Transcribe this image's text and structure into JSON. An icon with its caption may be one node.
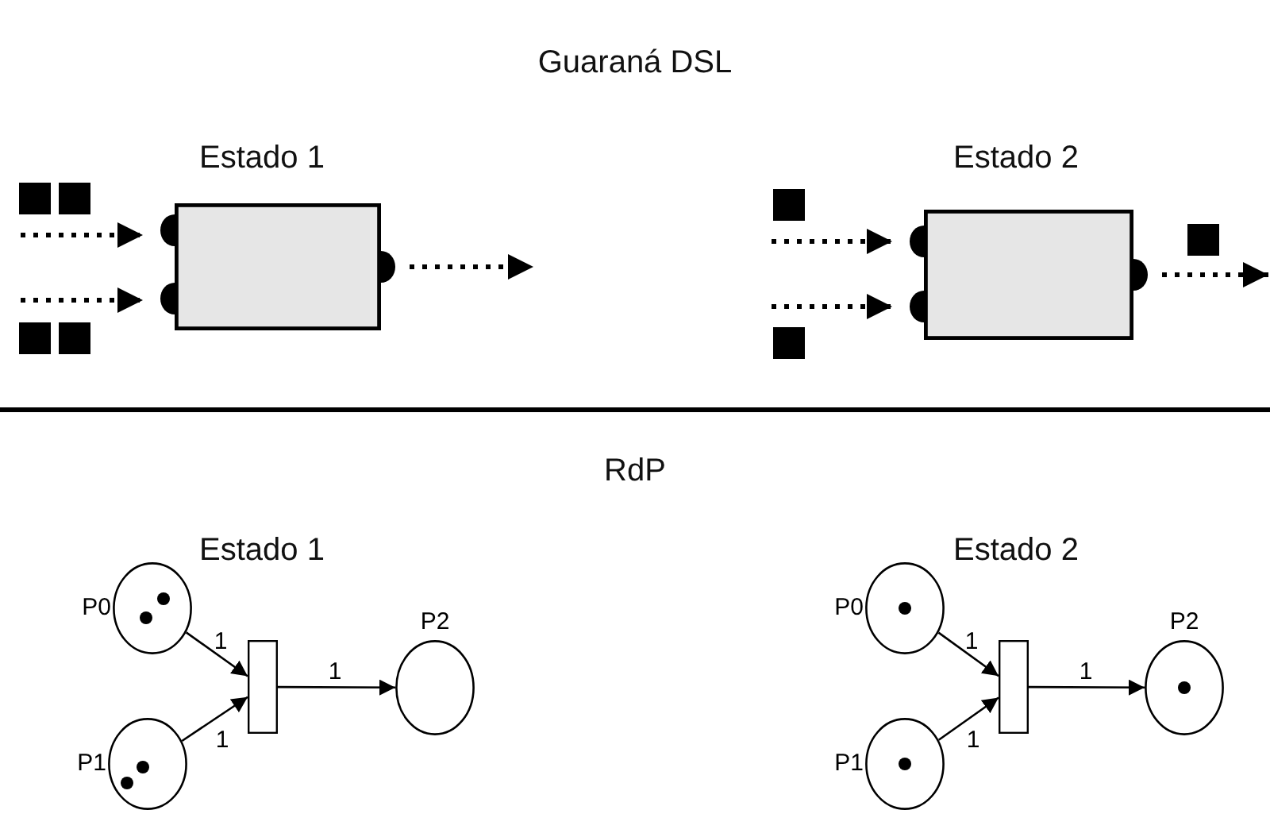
{
  "diagram": {
    "title": "Guaraná DSL",
    "nodes": [
      {
        "text": [],
        "shape": "box"
      },
      {
        "text": [],
        "shape": "box"
      },
      {
        "text": [
          "P0"
        ]
      },
      {
        "text": [
          "P1"
        ]
      },
      {
        "text": [],
        "shape": "bar"
      },
      {
        "text": [
          "P2"
        ]
      },
      {
        "text": [
          "P0"
        ]
      },
      {
        "text": [
          "P1"
        ]
      },
      {
        "text": [],
        "shape": "bar"
      },
      {
        "text": [
          "P2"
        ]
      }
    ],
    "edges": [
      {
        "from": null,
        "to": 0,
        "arrow": "to",
        "style": "dashed"
      },
      {
        "from": null,
        "to": 0,
        "arrow": "to",
        "style": "dashed"
      },
      {
        "from": 0,
        "to": null,
        "arrow": "to",
        "style": "dashed"
      },
      {
        "from": null,
        "to": 1,
        "arrow": "to",
        "style": "dashed"
      },
      {
        "from": null,
        "to": 1,
        "arrow": "to",
        "style": "dashed"
      },
      {
        "from": 1,
        "to": null,
        "arrow": "to",
        "style": "dashed"
      },
      {
        "from": 2,
        "to": 4,
        "label": "1",
        "arrow": "to"
      },
      {
        "from": 3,
        "to": 4,
        "label": "1",
        "arrow": "to"
      },
      {
        "from": 4,
        "to": 5,
        "label": "1",
        "arrow": "to"
      },
      {
        "from": 6,
        "to": 8,
        "label": "1",
        "arrow": "to"
      },
      {
        "from": 7,
        "to": 8,
        "label": "1",
        "arrow": "to"
      },
      {
        "from": 8,
        "to": 9,
        "label": "1",
        "arrow": "to"
      }
    ],
    "labels": [
      "Estado 1",
      "Estado 2",
      "RdP",
      "Estado 1",
      "Estado 2"
    ]
  }
}
